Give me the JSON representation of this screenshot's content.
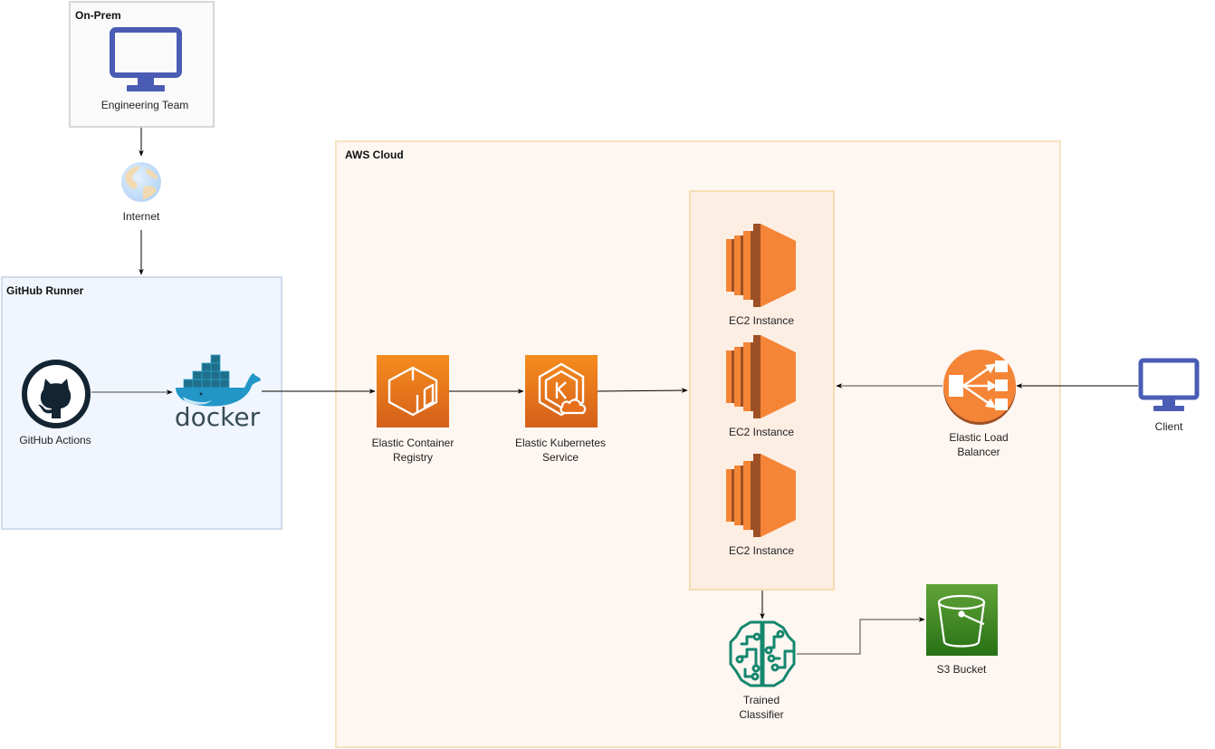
{
  "groups": {
    "onprem": "On-Prem",
    "runner": "GitHub Runner",
    "aws": "AWS Cloud"
  },
  "nodes": {
    "engineering_team": "Engineering Team",
    "internet": "Internet",
    "github_actions": "GitHub Actions",
    "docker": "docker",
    "ecr_line1": "Elastic Container",
    "ecr_line2": "Registry",
    "eks_line1": "Elastic Kubernetes",
    "eks_line2": "Service",
    "ec2_1": "EC2 Instance",
    "ec2_2": "EC2 Instance",
    "ec2_3": "EC2 Instance",
    "elb_line1": "Elastic Load",
    "elb_line2": "Balancer",
    "client": "Client",
    "classifier_line1": "Trained",
    "classifier_line2": "Classifier",
    "s3": "S3 Bucket"
  },
  "edges": [
    {
      "from": "Engineering Team",
      "to": "Internet"
    },
    {
      "from": "Internet",
      "to": "GitHub Runner"
    },
    {
      "from": "GitHub Actions",
      "to": "docker"
    },
    {
      "from": "docker",
      "to": "Elastic Container Registry"
    },
    {
      "from": "Elastic Container Registry",
      "to": "Elastic Kubernetes Service"
    },
    {
      "from": "Elastic Kubernetes Service",
      "to": "EC2 Instances"
    },
    {
      "from": "Elastic Load Balancer",
      "to": "EC2 Instances"
    },
    {
      "from": "Client",
      "to": "Elastic Load Balancer"
    },
    {
      "from": "EC2 Instances",
      "to": "Trained Classifier"
    },
    {
      "from": "Trained Classifier",
      "to": "S3 Bucket"
    }
  ],
  "colors": {
    "monitor": "#4a5cb4",
    "aws_orange": "#f58536",
    "aws_orange_dark": "#9d5025",
    "ecr_gradient_top": "#f68c1e",
    "ecr_gradient_bottom": "#d4601a",
    "sagemaker_green": "#14876e",
    "s3_green_top": "#60a337",
    "s3_green_bottom": "#277116",
    "github_dark": "#132433",
    "docker_blue": "#2396c8"
  }
}
